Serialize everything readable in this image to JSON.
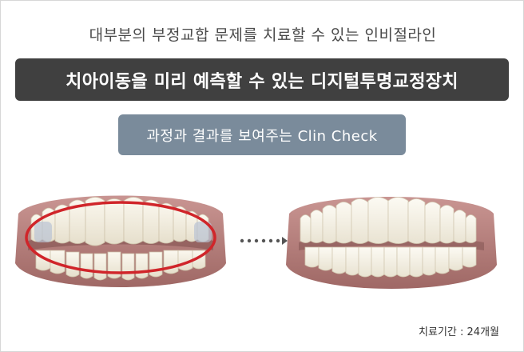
{
  "subtitle": "대부분의 부정교합 문제를 치료할 수 있는 인비절라인",
  "banner": "치아이동을 미리 예측할 수 있는 디지털투명교정장치",
  "pill": "과정과 결과를 보여주는 Clin Check",
  "caption": "치료기간 : 24개월",
  "images": {
    "before": "teeth-before-treatment",
    "after": "teeth-after-treatment"
  },
  "colors": {
    "banner_bg": "#404040",
    "pill_bg": "#7a8b9b",
    "highlight_ellipse": "#d0252a",
    "gum": "#b98582",
    "tooth": "#f4f0e4"
  }
}
